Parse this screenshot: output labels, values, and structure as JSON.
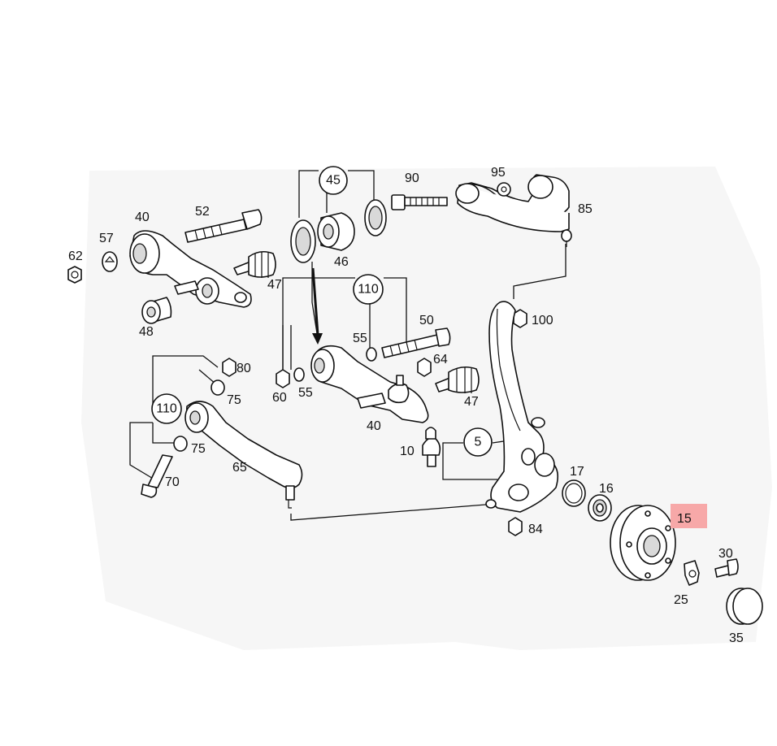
{
  "diagram": {
    "highlight_color": "#f7a8a8",
    "callouts": {
      "c45": "45",
      "c110a": "110",
      "c110b": "110",
      "c5": "5"
    },
    "labels": {
      "l90": "90",
      "l95": "95",
      "l85": "85",
      "l40a": "40",
      "l52": "52",
      "l57": "57",
      "l62": "62",
      "l46": "46",
      "l47a": "47",
      "l48": "48",
      "l100": "100",
      "l50": "50",
      "l55a": "55",
      "l64": "64",
      "l80": "80",
      "l60": "60",
      "l55b": "55",
      "l47b": "47",
      "l75a": "75",
      "l40b": "40",
      "l75b": "75",
      "l10": "10",
      "l65": "65",
      "l70": "70",
      "l17": "17",
      "l16": "16",
      "l15": "15",
      "l84": "84",
      "l30": "30",
      "l25": "25",
      "l35": "35"
    }
  }
}
